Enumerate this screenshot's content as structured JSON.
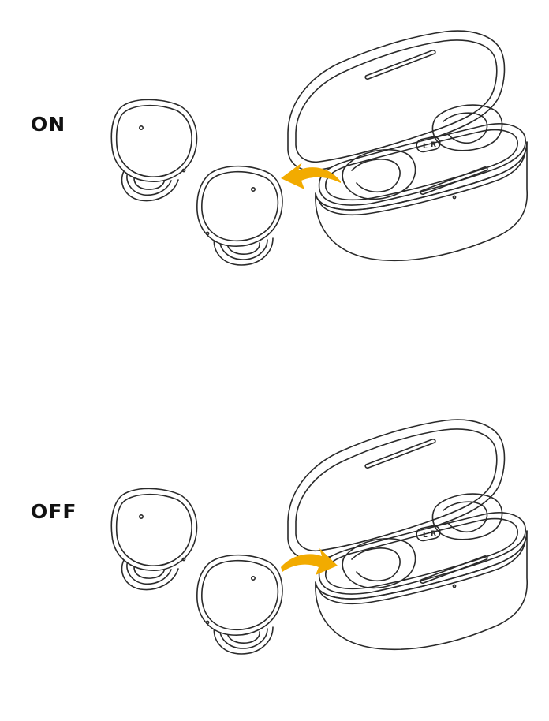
{
  "panels": [
    {
      "state_label": "ON",
      "arrow_direction": "out-of-case",
      "case_marks": [
        "L",
        "R"
      ]
    },
    {
      "state_label": "OFF",
      "arrow_direction": "into-case",
      "case_marks": [
        "L",
        "R"
      ]
    }
  ],
  "colors": {
    "arrow": "#F2AB00",
    "line": "#2a2a2a"
  }
}
